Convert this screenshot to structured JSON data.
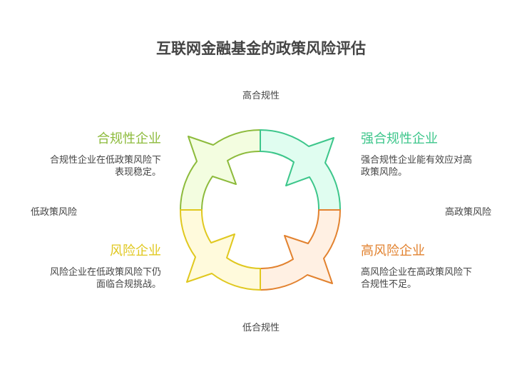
{
  "title": "互联网金融基金的政策风险评估",
  "axes": {
    "top": "高合规性",
    "bottom": "低合规性",
    "left": "低政策风险",
    "right": "高政策风险"
  },
  "quadrants": [
    {
      "title": "合规性企业",
      "desc_line1": "合规性企业在低政策风险下",
      "desc_line2": "表现稳定。",
      "stroke": "#8dbb3c",
      "fill": "#f3fde0",
      "position": "top-left"
    },
    {
      "title": "强合规性企业",
      "desc_line1": "强合规性企业能有效应对高",
      "desc_line2": "政策风险。",
      "stroke": "#3dc68b",
      "fill": "#e0fdf0",
      "position": "top-right"
    },
    {
      "title": "高风险企业",
      "desc_line1": "高风险企业在高政策风险下",
      "desc_line2": "合规性不足。",
      "stroke": "#e2822f",
      "fill": "#fff0e3",
      "position": "bottom-right"
    },
    {
      "title": "风险企业",
      "desc_line1": "风险企业在低政策风险下仍",
      "desc_line2": "面临合规挑战。",
      "stroke": "#e0c81f",
      "fill": "#fffadc",
      "position": "bottom-left"
    }
  ]
}
